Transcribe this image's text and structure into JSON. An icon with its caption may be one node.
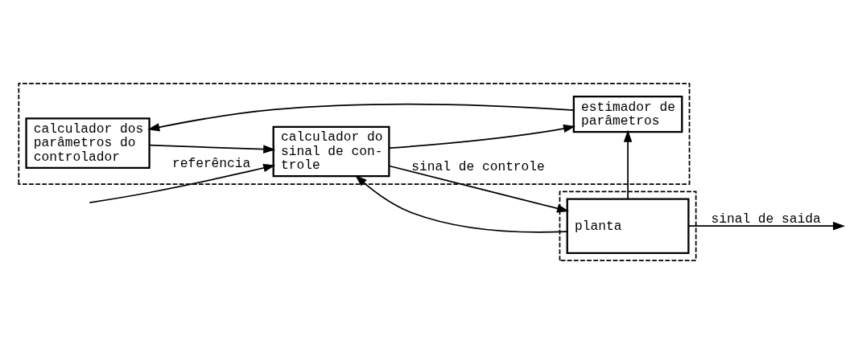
{
  "diagram": {
    "nodes": [
      {
        "text": [],
        "shape": "box"
      },
      {
        "text": [
          "calculador dos parâmetros do controlador"
        ],
        "in": 0
      },
      {
        "text": [
          "estimador de parâmetros"
        ],
        "in": 0
      },
      {
        "text": [
          "calculador do sinal de con- trole"
        ],
        "in": 0
      },
      {
        "text": [],
        "shape": "box"
      },
      {
        "text": [
          "planta"
        ],
        "in": 4
      }
    ],
    "edges": [
      {
        "from": 2,
        "to": 1,
        "arrow": "to"
      },
      {
        "from": 1,
        "to": 3,
        "arrow": "to"
      },
      {
        "from": null,
        "to": 3,
        "arrow": "to",
        "label": "referência"
      },
      {
        "from": 3,
        "to": 5,
        "arrow": "to",
        "label": "sinal de controle"
      },
      {
        "from": 3,
        "to": 2,
        "arrow": "to"
      },
      {
        "from": 5,
        "to": null,
        "arrow": "to",
        "label": "sinal de saida"
      },
      {
        "from": 5,
        "to": 2,
        "arrow": "to"
      },
      {
        "from": 5,
        "to": 3,
        "arrow": "to"
      }
    ]
  }
}
